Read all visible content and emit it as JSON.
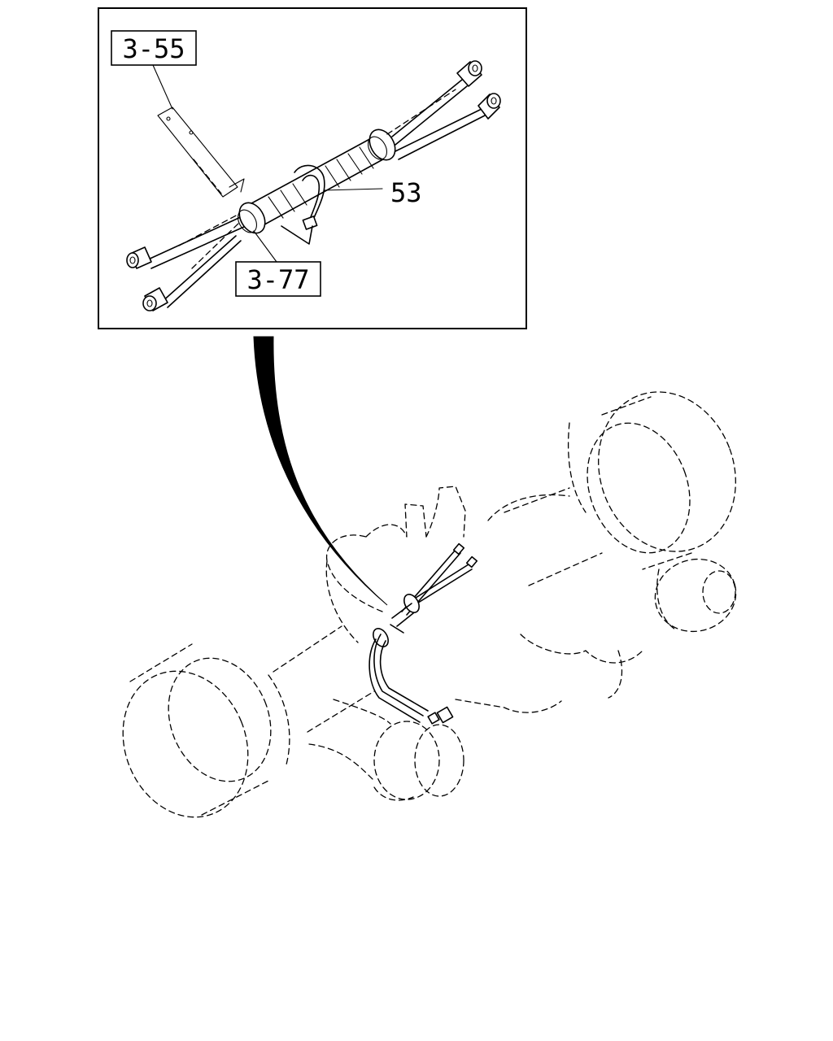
{
  "callouts": {
    "ref_bracket": "3-55",
    "ref_grommet": "3-77",
    "part_clip": "53"
  },
  "colors": {
    "line": "#000000",
    "background": "#ffffff"
  }
}
